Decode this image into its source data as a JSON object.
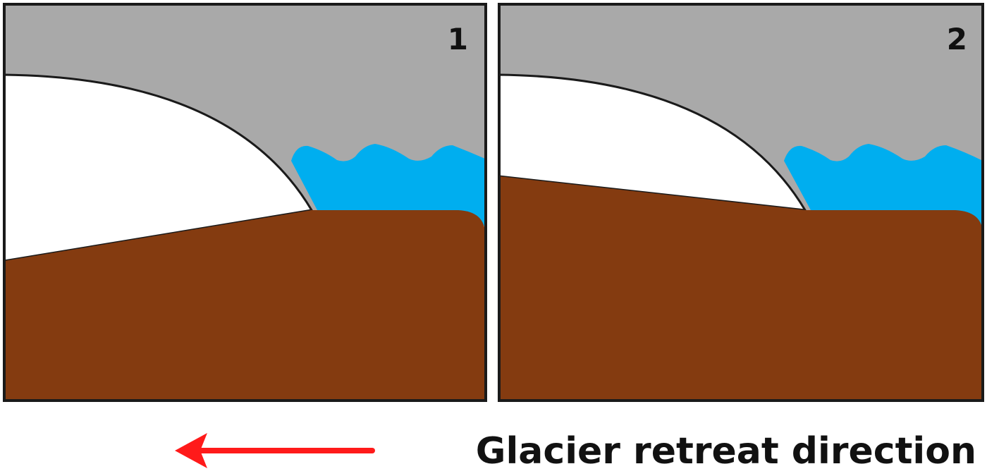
{
  "panels": [
    {
      "number": "1"
    },
    {
      "number": "2"
    }
  ],
  "caption": {
    "text": "Glacier retreat direction",
    "arrow_direction": "left"
  },
  "colors": {
    "ocean_background": "#a9a9a9",
    "glacier_ice": "#ffffff",
    "meltwater": "#00aeef",
    "bedrock": "#843b10",
    "arrow": "#ff1a1a",
    "frame": "#1a1a1a"
  }
}
